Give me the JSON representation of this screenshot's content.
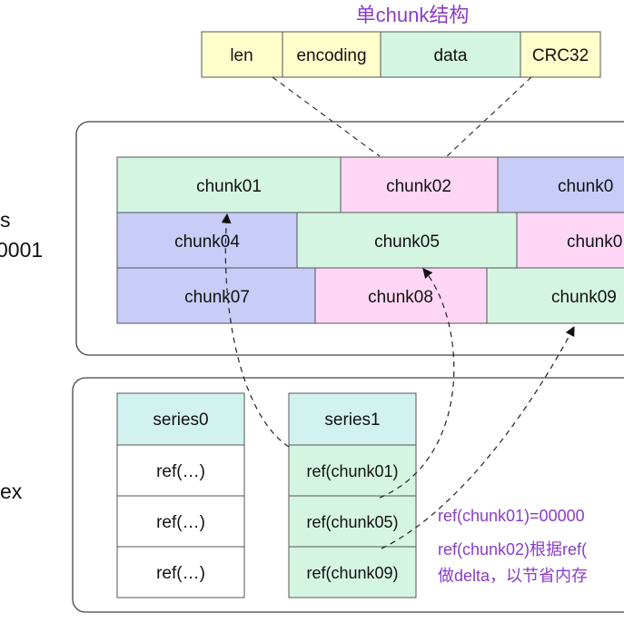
{
  "colors": {
    "green": "#d5f5e3",
    "pink": "#ffd6f5",
    "blue": "#c8ccf7",
    "yellow": "#ffffcc",
    "teal": "#d2f2f0",
    "purple_text": "#8a3cc8",
    "border": "#555555",
    "text": "#111111"
  },
  "title": "单chunk结构",
  "chunk_struct": {
    "fields": [
      "len",
      "encoding",
      "data",
      "CRC32"
    ]
  },
  "left_labels": {
    "top_line1": "s",
    "top_line2": "0001",
    "bottom": "ex"
  },
  "chunks": {
    "row1": [
      "chunk01",
      "chunk02",
      "chunk0"
    ],
    "row2": [
      "chunk04",
      "chunk05",
      "chunk0"
    ],
    "row3": [
      "chunk07",
      "chunk08",
      "chunk09"
    ]
  },
  "index": {
    "series0": {
      "header": "series0",
      "refs": [
        "ref(…)",
        "ref(…)",
        "ref(…)"
      ]
    },
    "series1": {
      "header": "series1",
      "refs": [
        "ref(chunk01)",
        "ref(chunk05)",
        "ref(chunk09)"
      ]
    }
  },
  "notes": [
    "ref(chunk01)=00000",
    "ref(chunk02)根据ref(",
    "做delta，以节省内存"
  ]
}
